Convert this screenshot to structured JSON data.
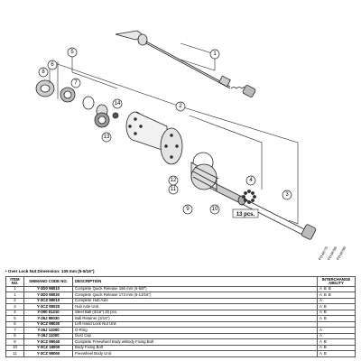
{
  "callouts": {
    "n1": "1",
    "n2": "2",
    "n3": "3",
    "n4": "4",
    "n5": "5",
    "n6": "6",
    "n7": "7",
    "n8": "8",
    "n9": "9",
    "n10": "10",
    "n11": "11",
    "n12": "12",
    "n13": "13",
    "n14": "14"
  },
  "pcs_label": "13 pcs.",
  "note": "• Over Lock Nut Dimension: 135 mm (5-5/16\")",
  "interchange_models": [
    "FH-M770",
    "FH-M765",
    "FH-M760"
  ],
  "table": {
    "headers": {
      "item": "ITEM NO.",
      "code": "SHIMANO CODE NO.",
      "desc": "DESCRIPTION",
      "ia": "INTERCHANGE ABILITY"
    },
    "rows": [
      {
        "item": "1",
        "code": "Y-3D0 98010",
        "desc": "Complete Quick Release 166 mm (6-5/8\")",
        "ia": "A  B  B"
      },
      {
        "item": "1",
        "code": "Y-3D0 98030",
        "desc": "Complete Quick Release 173 mm (6-13/16\")",
        "ia": "A  B  B"
      },
      {
        "item": "2",
        "code": "Y-3CZ 98010",
        "desc": "Complete Hub Axle",
        "ia": "A"
      },
      {
        "item": "3",
        "code": "Y-3CZ 98020",
        "desc": "Hub Axle Unit",
        "ia": "A  B"
      },
      {
        "item": "4",
        "code": "Y-000 01210",
        "desc": "Steel Ball (3/16\") 20 pcs.",
        "ia": "A  B"
      },
      {
        "item": "5",
        "code": "Y-26J 98030",
        "desc": "Ball Retainer (3/16\")",
        "ia": "A  B"
      },
      {
        "item": "6",
        "code": "Y-3CZ 98030",
        "desc": "Left Hand Lock Nut Unit",
        "ia": ""
      },
      {
        "item": "7",
        "code": "Y-26J 12000",
        "desc": "O-Ring",
        "ia": "A"
      },
      {
        "item": "8",
        "code": "Y-26J 11000",
        "desc": "Dust Cap",
        "ia": "A"
      },
      {
        "item": "9",
        "code": "Y-3CZ 98040",
        "desc": "Complete Freewheel Body w/Body Fixing Bolt",
        "ia": "A  B"
      },
      {
        "item": "10",
        "code": "Y-3CZ 18000",
        "desc": "Body Fixing Bolt",
        "ia": "A  B"
      },
      {
        "item": "11",
        "code": "Y-3CZ 98050",
        "desc": "Freewheel Body Unit",
        "ia": "A  B"
      }
    ]
  }
}
